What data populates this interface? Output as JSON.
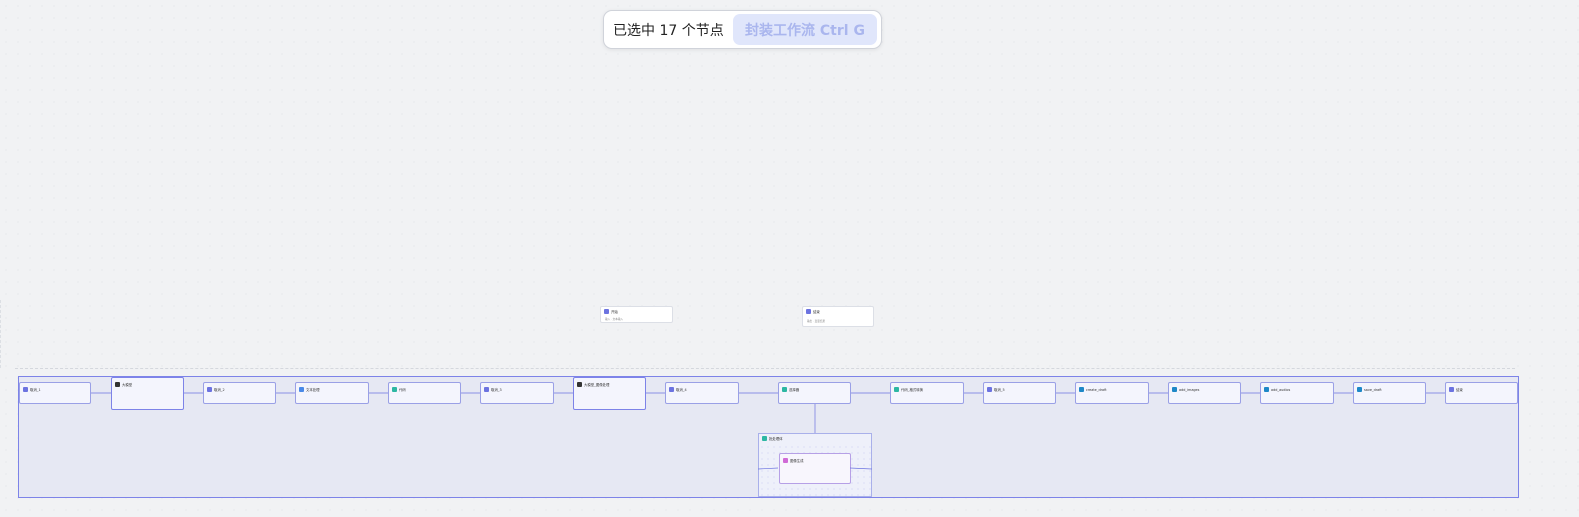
{
  "selection_bar": {
    "label": "已选中 17 个节点",
    "wrap_button": "封装工作流 Ctrl G"
  },
  "colors": {
    "node_border": "#9aa0e6",
    "group_border": "#7d83e8",
    "accent": "#6c73e0",
    "button_bg": "#e0e6fb",
    "button_text": "#aab6ee"
  },
  "start_node": {
    "title": "开始",
    "row": "输入 · 文本输入"
  },
  "end_node": {
    "title": "结束",
    "row": "输出 · 变量结果"
  },
  "nodes": [
    {
      "title": "取消_1"
    },
    {
      "title": "大模型"
    },
    {
      "title": "取消_2"
    },
    {
      "title": "文本处理"
    },
    {
      "title": "代码"
    },
    {
      "title": "取消_3"
    },
    {
      "title": "大模型_图像处理"
    },
    {
      "title": "取消_4"
    },
    {
      "title": "选择器"
    },
    {
      "title": "代码_格式转换"
    },
    {
      "title": "取消_5"
    },
    {
      "title": "create_draft"
    },
    {
      "title": "add_images"
    },
    {
      "title": "add_audios"
    },
    {
      "title": "save_draft"
    },
    {
      "title": "结束"
    }
  ],
  "iterate_node": {
    "title": "批处理体"
  },
  "inner_node": {
    "title": "图像生成"
  }
}
